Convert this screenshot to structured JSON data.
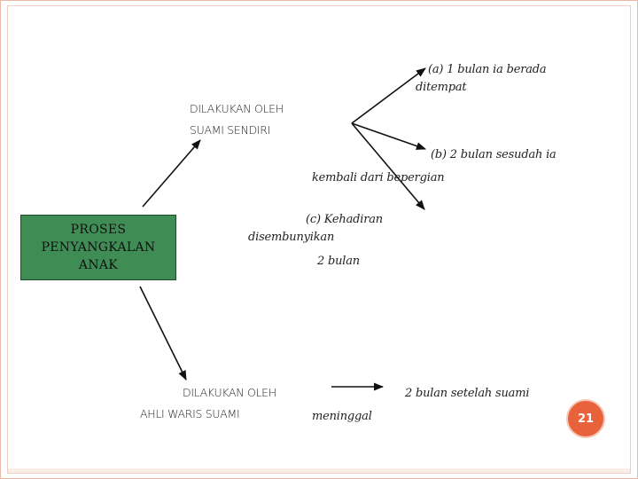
{
  "process_box": {
    "label": "PROSES\nPENYANGKALAN\nANAK"
  },
  "branch_husband": {
    "line1": "DILAKUKAN OLEH",
    "line2": "SUAMI SENDIRI"
  },
  "branch_heirs": {
    "line1": "DILAKUKAN OLEH",
    "line2": "AHLI WARIS SUAMI"
  },
  "options": {
    "a_line1": "(a) 1 bulan ia berada",
    "a_line2": "ditempat",
    "b_line1": "(b) 2 bulan sesudah ia",
    "b_line2": "kembali dari bepergian",
    "c_line1": "(c) Kehadiran",
    "c_line2": "disembunyikan",
    "c_line3": "2 bulan"
  },
  "heirs_deadline": {
    "line1": "2 bulan setelah suami",
    "line2": "meninggal"
  },
  "page_number": "21",
  "colors": {
    "process_box": "#3f8d55",
    "badge": "#e8623c",
    "frame": "#e8b8a8"
  }
}
